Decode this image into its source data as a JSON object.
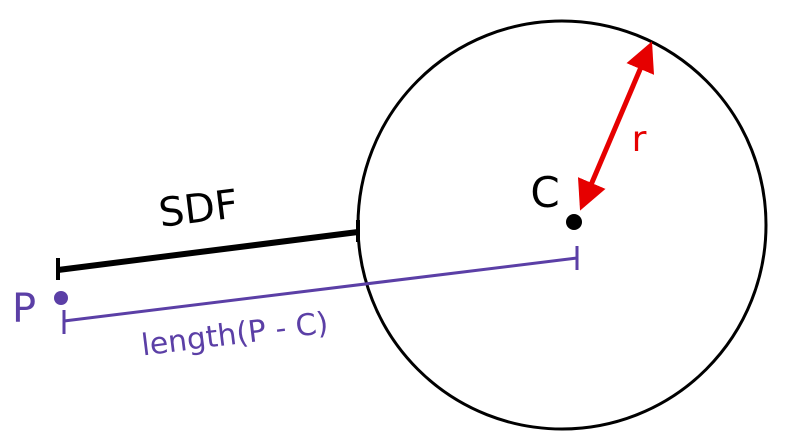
{
  "labels": {
    "sdf": "SDF",
    "point_p": "P",
    "center_c": "C",
    "radius_r": "r",
    "distance": "length(P - C)"
  },
  "colors": {
    "black": "#000000",
    "purple": "#5b3fa6",
    "red": "#e60000",
    "background": "#ffffff"
  }
}
